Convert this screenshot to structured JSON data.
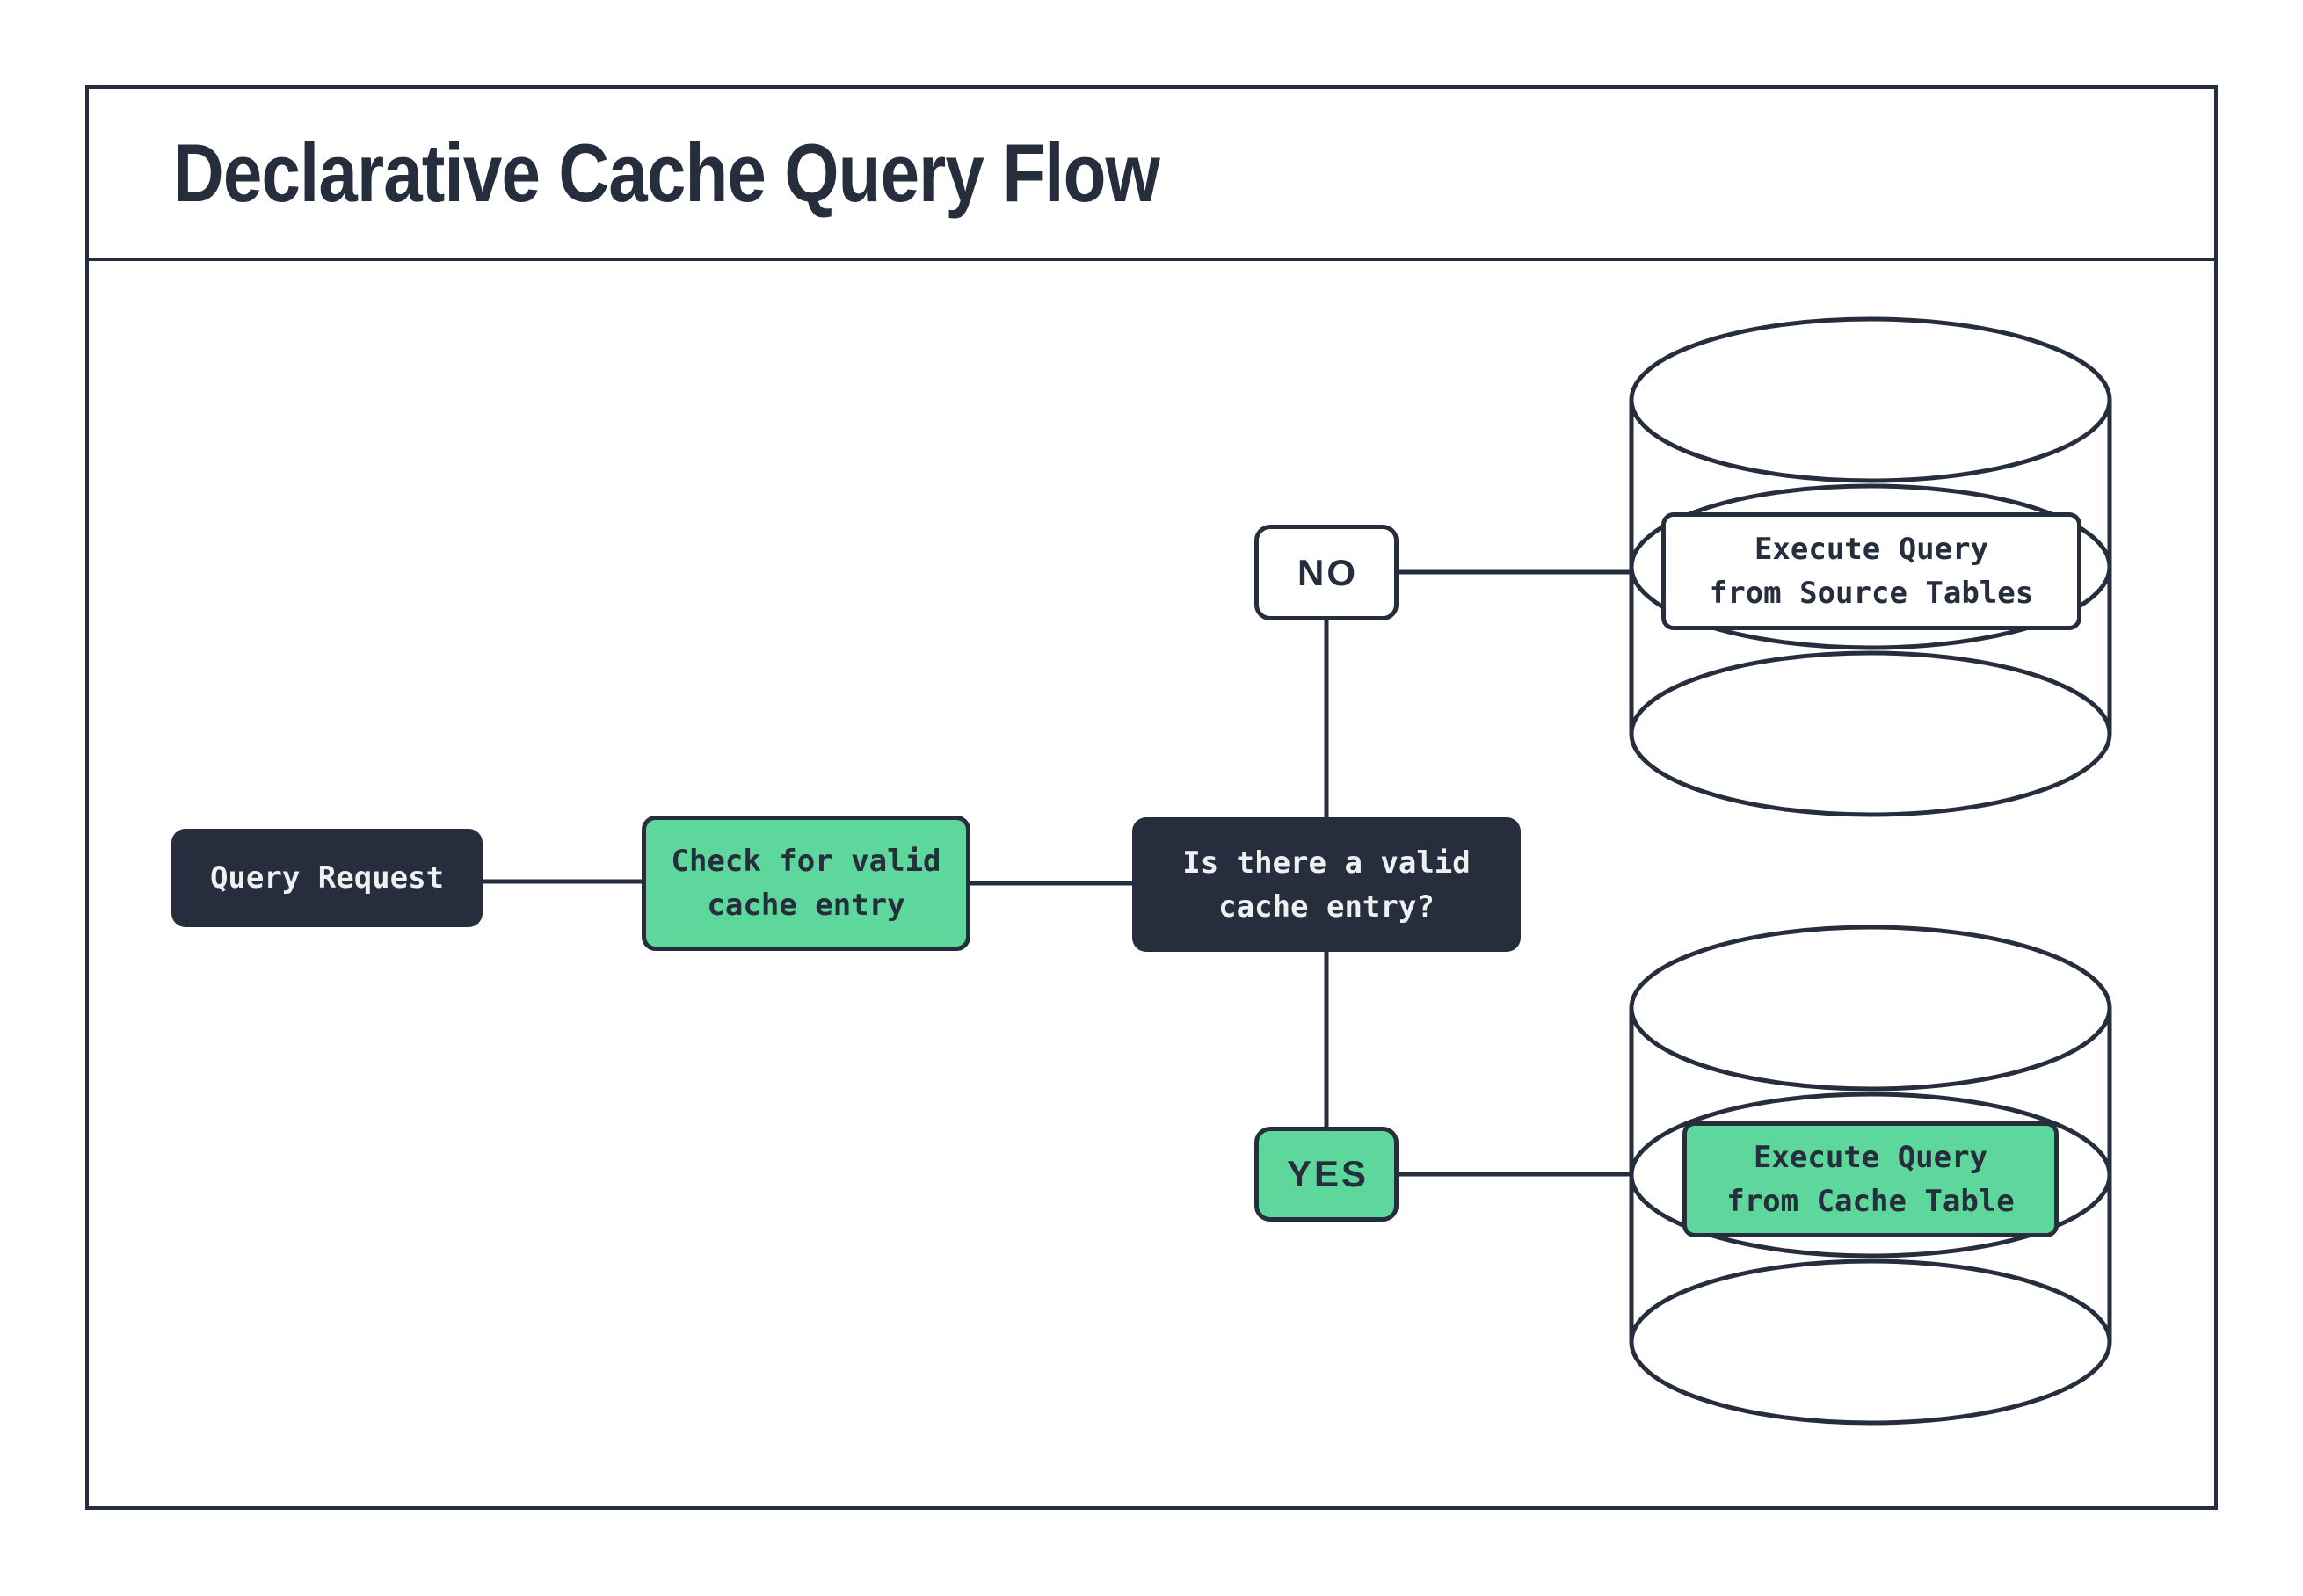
{
  "title": "Declarative Cache Query Flow",
  "colors": {
    "navy": "#262d3c",
    "green": "#5ed79c",
    "light": "#eef0f2",
    "paper": "#ffffff"
  },
  "nodes": {
    "query_request": {
      "label": "Query Request"
    },
    "check_cache": {
      "label": "Check for valid\ncache entry"
    },
    "decision": {
      "label": "Is there a valid\ncache entry?"
    },
    "branch_no": {
      "label": "NO"
    },
    "branch_yes": {
      "label": "YES"
    },
    "execute_source": {
      "label": "Execute Query\nfrom Source Tables"
    },
    "execute_cache": {
      "label": "Execute Query\nfrom Cache Table"
    }
  }
}
